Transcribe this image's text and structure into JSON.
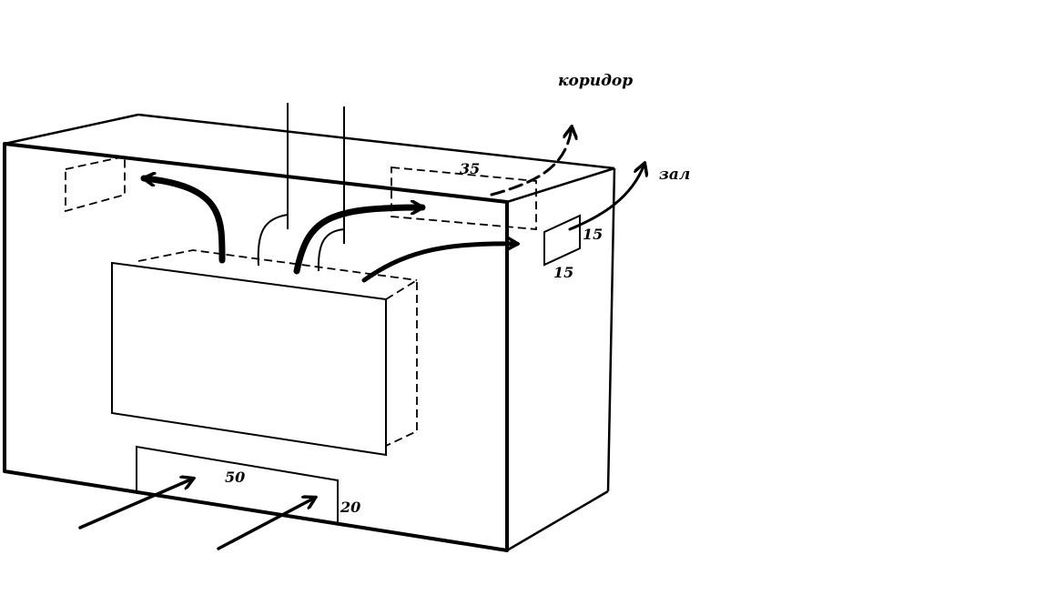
{
  "diagram": {
    "labels": {
      "corridor": "коридор",
      "hall": "зал",
      "top_vent_width": "35",
      "side_vent_width": "15",
      "side_vent_height": "15",
      "bottom_opening_width": "50",
      "bottom_opening_height": "20"
    },
    "colors": {
      "ink": "#000000",
      "background": "#ffffff"
    }
  }
}
